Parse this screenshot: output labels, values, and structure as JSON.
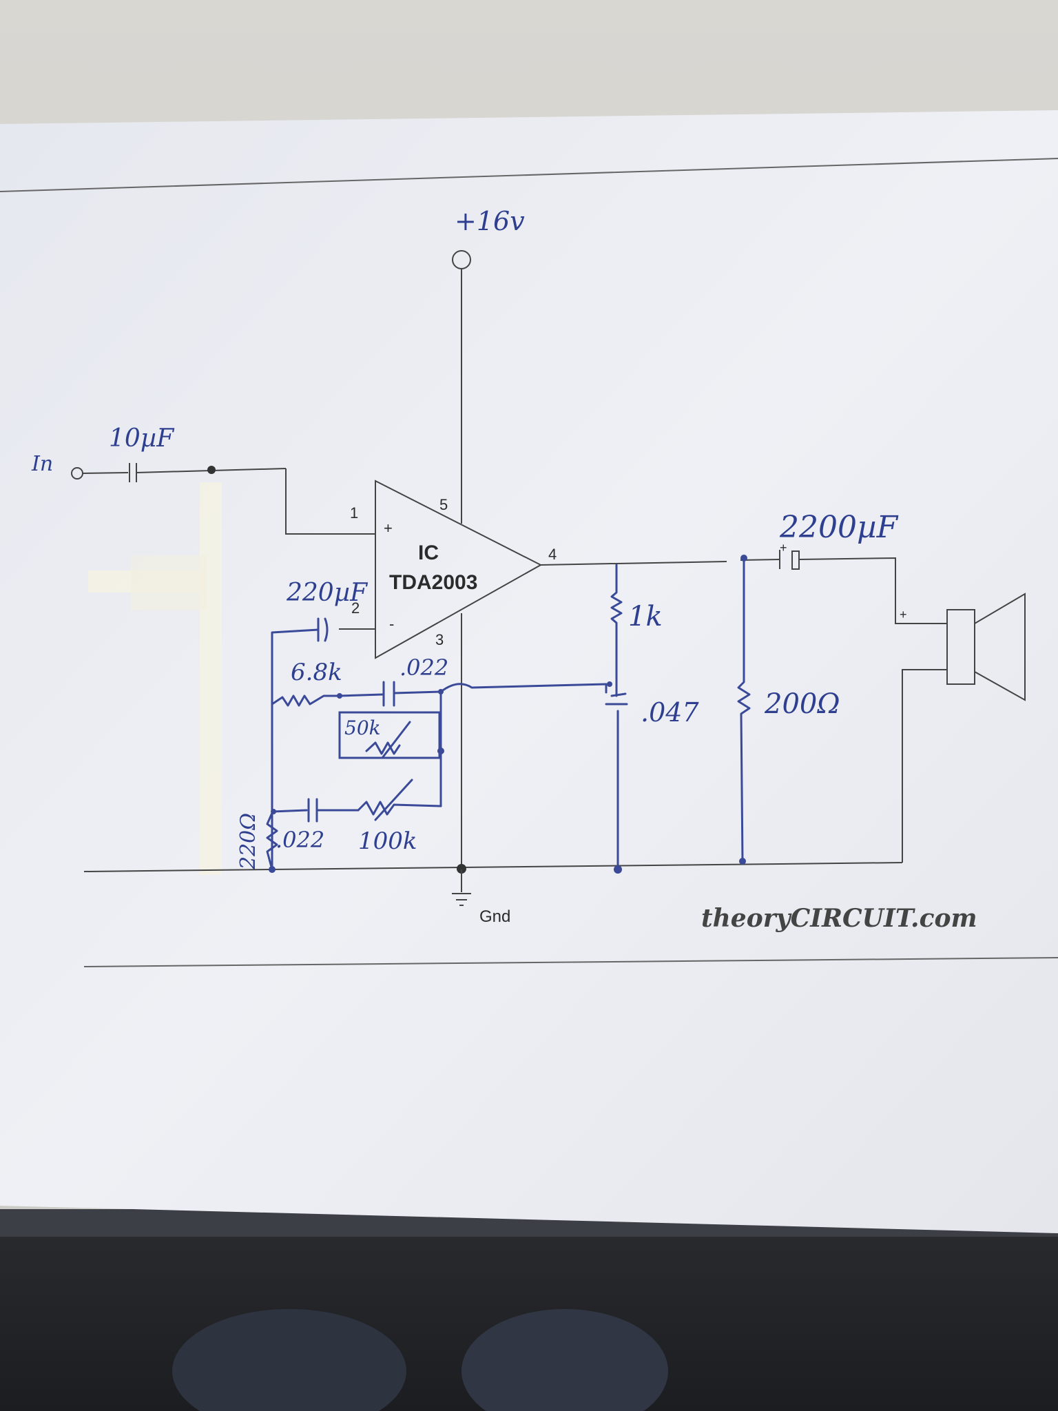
{
  "supply_label": "+16v",
  "input": {
    "label": "In",
    "cap_label": "10µF"
  },
  "ic": {
    "title": "IC",
    "part": "TDA2003",
    "pin1": "1",
    "pin2": "2",
    "pin3": "3",
    "pin4": "4",
    "pin5": "5",
    "plus": "+",
    "minus": "-"
  },
  "feedback": {
    "cap_220uf": "220µF",
    "r_6k8": "6.8k",
    "c_022_top": ".022",
    "pot_50k": "50k",
    "c_022_bottom": ".022",
    "pot_100k": "100k",
    "r_220": "220Ω"
  },
  "output": {
    "r_1k": "1k",
    "c_047": ".047",
    "r_200": "200Ω",
    "cap_2200uf": "2200µF",
    "cap_plus": "+",
    "speaker_plus": "+"
  },
  "ground_label": "Gnd",
  "watermark": "theoryCIRCUIT.com"
}
